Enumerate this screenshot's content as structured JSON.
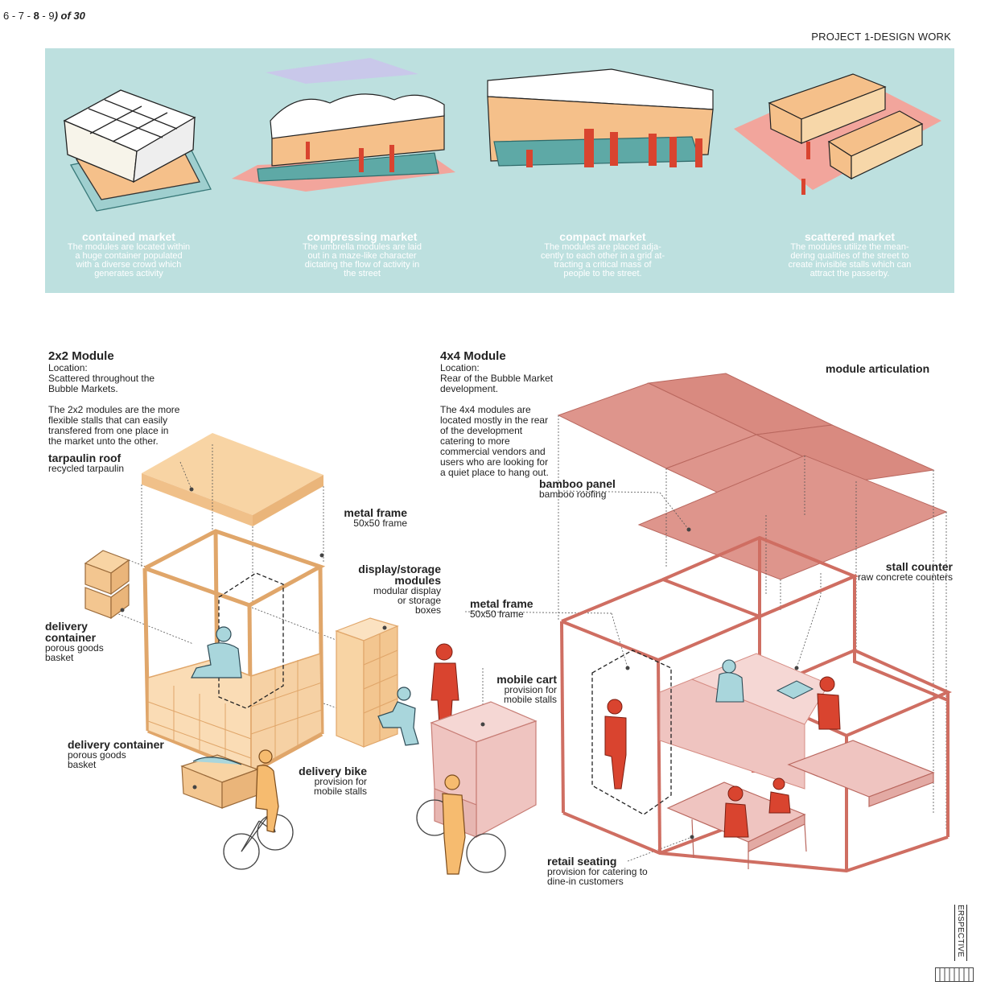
{
  "header": {
    "page_prefix": "6 - 7 - ",
    "page_bold": "8",
    "page_mid": " - 9",
    "page_suffix": ") of 30",
    "project": "PROJECT 1-DESIGN WORK"
  },
  "schemes": [
    {
      "title": "contained market",
      "desc": [
        "The modules are located within",
        "a huge container populated",
        "with a diverse crowd which",
        "generates activity"
      ]
    },
    {
      "title": "compressing market",
      "desc": [
        "The umbrella modules are laid",
        "out in a maze-like character",
        "dictating the flow of activity in",
        "the street"
      ]
    },
    {
      "title": "compact market",
      "desc": [
        "The modules are placed adja-",
        "cently to each other in a grid at-",
        "tracting a critical mass of",
        "people to the street."
      ]
    },
    {
      "title": "scattered market",
      "desc": [
        "The modules utilize the mean-",
        "dering qualities of the street to",
        "create invisible stalls which can",
        "attract the passerby."
      ]
    }
  ],
  "module2x2": {
    "title": "2x2 Module",
    "text": [
      "Location:",
      "Scattered throughout the",
      "Bubble Markets.",
      "",
      "The 2x2 modules are the more",
      "flexible stalls that can easily",
      "transfered from one place in",
      "the market unto the other."
    ]
  },
  "module4x4": {
    "title": "4x4 Module",
    "text": [
      "Location:",
      "Rear of the Bubble Market",
      "development.",
      "",
      "The 4x4 modules are",
      "located mostly in the rear",
      "of the development",
      "catering to more",
      "commercial vendors and",
      "users who are looking for",
      "a quiet place to hang out."
    ]
  },
  "articulation_label": "module articulation",
  "labels": {
    "tarpaulin_roof": "tarpaulin roof",
    "tarpaulin_roof_sub": "recycled tarpaulin",
    "metal_frame_1": "metal frame",
    "metal_frame_1_sub": "50x50 frame",
    "display_storage_1": "display/storage",
    "display_storage_2": "modules",
    "display_storage_sub1": "modular display",
    "display_storage_sub2": "or storage",
    "display_storage_sub3": "boxes",
    "delivery_container_1": "delivery",
    "delivery_container_2": "container",
    "delivery_container_sub1": "porous goods",
    "delivery_container_sub2": "basket",
    "delivery_container_b": "delivery container",
    "delivery_container_b_sub1": "porous goods",
    "delivery_container_b_sub2": "basket",
    "delivery_bike": "delivery bike",
    "delivery_bike_sub1": "provision for",
    "delivery_bike_sub2": "mobile stalls",
    "bamboo_panel": "bamboo panel",
    "bamboo_panel_sub": "bamboo roofing",
    "stall_counter": "stall counter",
    "stall_counter_sub": "raw concrete counters",
    "metal_frame_2": "metal frame",
    "metal_frame_2_sub": "50x50 frame",
    "mobile_cart": "mobile cart",
    "mobile_cart_sub1": "provision for",
    "mobile_cart_sub2": "mobile stalls",
    "retail_seating": "retail seating",
    "retail_seating_sub1": "provision for catering to",
    "retail_seating_sub2": "dine-in customers"
  },
  "side_tab": "ERSPECTIVE",
  "colors": {
    "band": "#bde0df",
    "tarp": "#f8d4a4",
    "pink": "#d98a80",
    "pink_light": "#efc4c0",
    "red_figure": "#d9442f",
    "blue_figure": "#a9d6dc",
    "orange": "#e0a66a"
  }
}
